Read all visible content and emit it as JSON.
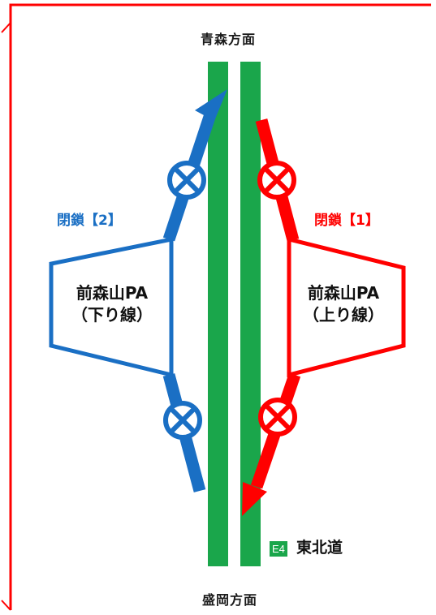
{
  "directions": {
    "north": "青森方面",
    "south": "盛岡方面"
  },
  "closures": {
    "left": "閉鎖【2】",
    "right": "閉鎖【1】"
  },
  "parking_areas": {
    "left": {
      "name": "前森山PA",
      "sub": "（下り線）"
    },
    "right": {
      "name": "前森山PA",
      "sub": "（上り線）"
    }
  },
  "route": {
    "badge": "E4",
    "name": "東北道"
  },
  "colors": {
    "blue": "#1a6fc4",
    "red": "#ff0000",
    "road_green": "#1aa64b",
    "frame": "#ff0000"
  }
}
